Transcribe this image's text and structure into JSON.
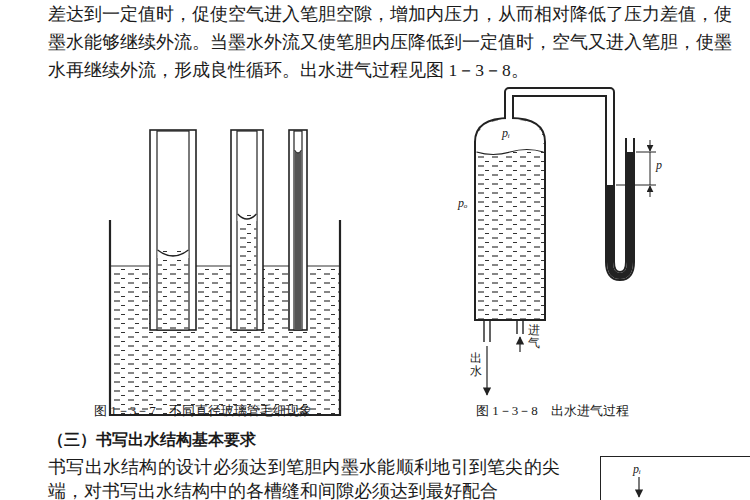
{
  "diagram": {
    "nodes": [
      {
        "text": [
          "pᵢ"
        ]
      }
    ],
    "labels": [
      "差达到一定值时，促使空气进入笔胆空隙，增加内压力，从而相对降低了压力差值，使墨水能够继续外流。当墨水外流又使笔胆内压降低到一定值时，空气又进入笔胆，使墨水再继续外流，形成良性循环。出水进气过程见图 1－3－8。",
      "pᵢ",
      "pₒ",
      "p",
      "进气",
      "出水",
      "图 1－3－7　不同直径玻璃管毛细现象",
      "图 1－3－8　出水进气过程",
      "（三）书写出水结构基本要求",
      "书写出水结构的设计必须达到笔胆内墨水能顺利地引到笔尖的尖端，对书写出水结构中的各槽缝和间隙必须达到最好配合"
    ]
  }
}
